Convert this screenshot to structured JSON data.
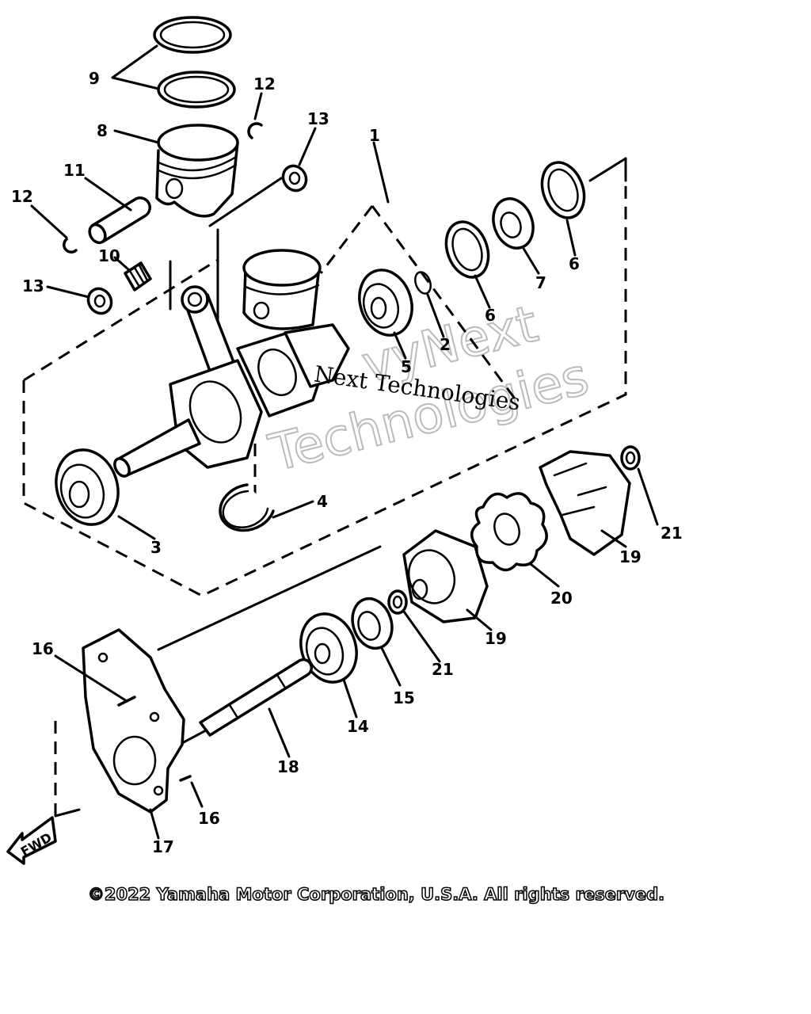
{
  "diagram": {
    "callouts": {
      "c1": "1",
      "c2": "2",
      "c3": "3",
      "c4": "4",
      "c5": "5",
      "c6a": "6",
      "c6b": "6",
      "c7": "7",
      "c8": "8",
      "c9": "9",
      "c10": "10",
      "c11": "11",
      "c12a": "12",
      "c12b": "12",
      "c13a": "13",
      "c13b": "13",
      "c14": "14",
      "c15": "15",
      "c16a": "16",
      "c16b": "16",
      "c17": "17",
      "c18": "18",
      "c19a": "19",
      "c19b": "19",
      "c20": "20",
      "c21a": "21",
      "c21b": "21"
    },
    "fwd_label": "FWD",
    "watermark": {
      "outline_line1": "vyNext",
      "outline_line2": "Technologies",
      "serif_text": "Next Technologies"
    }
  },
  "footer": {
    "copyright": "©2022 Yamaha Motor Corporation, U.S.A. All rights reserved."
  }
}
